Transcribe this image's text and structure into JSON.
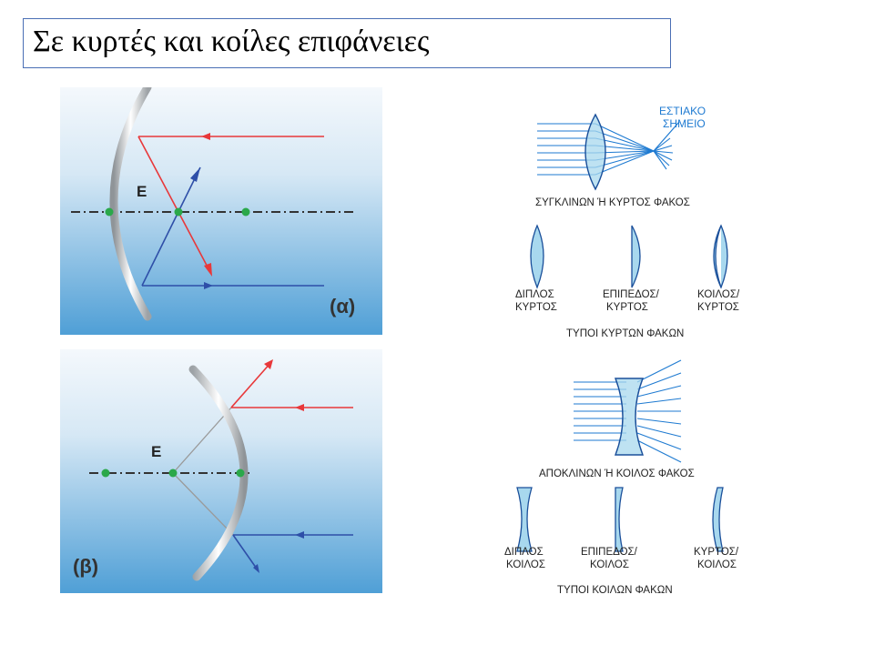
{
  "title": "Σε κυρτές και κοίλες επιφάνειες",
  "mirror_concave": {
    "focus_label": "E",
    "panel_label": "(α)"
  },
  "mirror_convex": {
    "focus_label": "E",
    "panel_label": "(β)"
  },
  "converging": {
    "focal_point_line1": "ΕΣΤΙΑΚΟ",
    "focal_point_line2": "ΣΗΜΕΙΟ",
    "caption": "ΣΥΓΚΛΙΝΩΝ Ή ΚΥΡΤΟΣ ΦΑΚΟΣ",
    "types": [
      {
        "line1": "ΔΙΠΛΟΣ",
        "line2": "ΚΥΡΤΟΣ"
      },
      {
        "line1": "ΕΠΙΠΕΔΟΣ/",
        "line2": "ΚΥΡΤΟΣ"
      },
      {
        "line1": "ΚΟΙΛΟΣ/",
        "line2": "ΚΥΡΤΟΣ"
      }
    ],
    "types_caption": "ΤΥΠΟΙ ΚΥΡΤΩΝ ΦΑΚΩΝ"
  },
  "diverging": {
    "caption": "ΑΠΟΚΛΙΝΩΝ Ή ΚΟΙΛΟΣ ΦΑΚΟΣ",
    "types": [
      {
        "line1": "ΔΙΠΛΟΣ",
        "line2": "ΚΟΙΛΟΣ"
      },
      {
        "line1": "ΕΠΙΠΕΔΟΣ/",
        "line2": "ΚΟΙΛΟΣ"
      },
      {
        "line1": "ΚΥΡΤΟΣ/",
        "line2": "ΚΟΙΛΟΣ"
      }
    ],
    "types_caption": "ΤΥΠΟΙ ΚΟΙΛΩΝ ΦΑΚΩΝ"
  },
  "colors": {
    "ray_red": "#e8383a",
    "ray_blue": "#2e4fa8",
    "focus_dot": "#2aa84a",
    "lens_fill": "#a8d8ee",
    "lens_stroke": "#1a4f9a",
    "lens_ray": "#1e7ad1"
  }
}
